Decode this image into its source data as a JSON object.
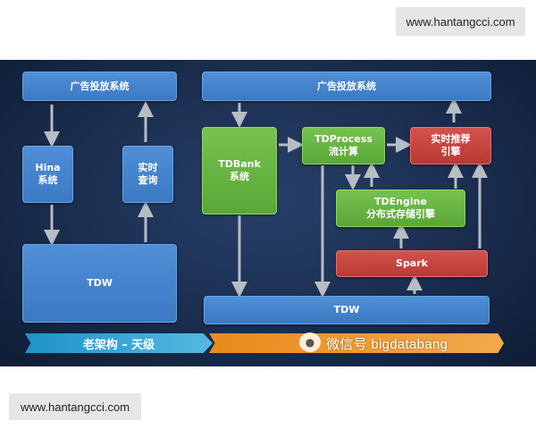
{
  "watermark_top": "www.hantangcci.com",
  "watermark_bottom": "www.hantangcci.com",
  "old_architecture": {
    "ad_system": "广告投放系统",
    "hina": "Hina\n系统",
    "realtime_query": "实时\n查询",
    "tdw": "TDW",
    "banner": "老架构 – 天级"
  },
  "new_architecture": {
    "ad_system": "广告投放系统",
    "tdbank": "TDBank\n系统",
    "tdprocess": "TDProcess\n流计算",
    "realtime_recommend": "实时推荐\n引擎",
    "tdengine": "TDEngine\n分布式存储引擎",
    "spark": "Spark",
    "tdw": "TDW"
  },
  "wechat": {
    "text": "微信号 bigdatabang"
  },
  "colors": {
    "blue": "#4586d0",
    "green": "#67b443",
    "red": "#c8453f",
    "banner_left": "#1e93c8",
    "banner_right": "#e88a1c"
  }
}
